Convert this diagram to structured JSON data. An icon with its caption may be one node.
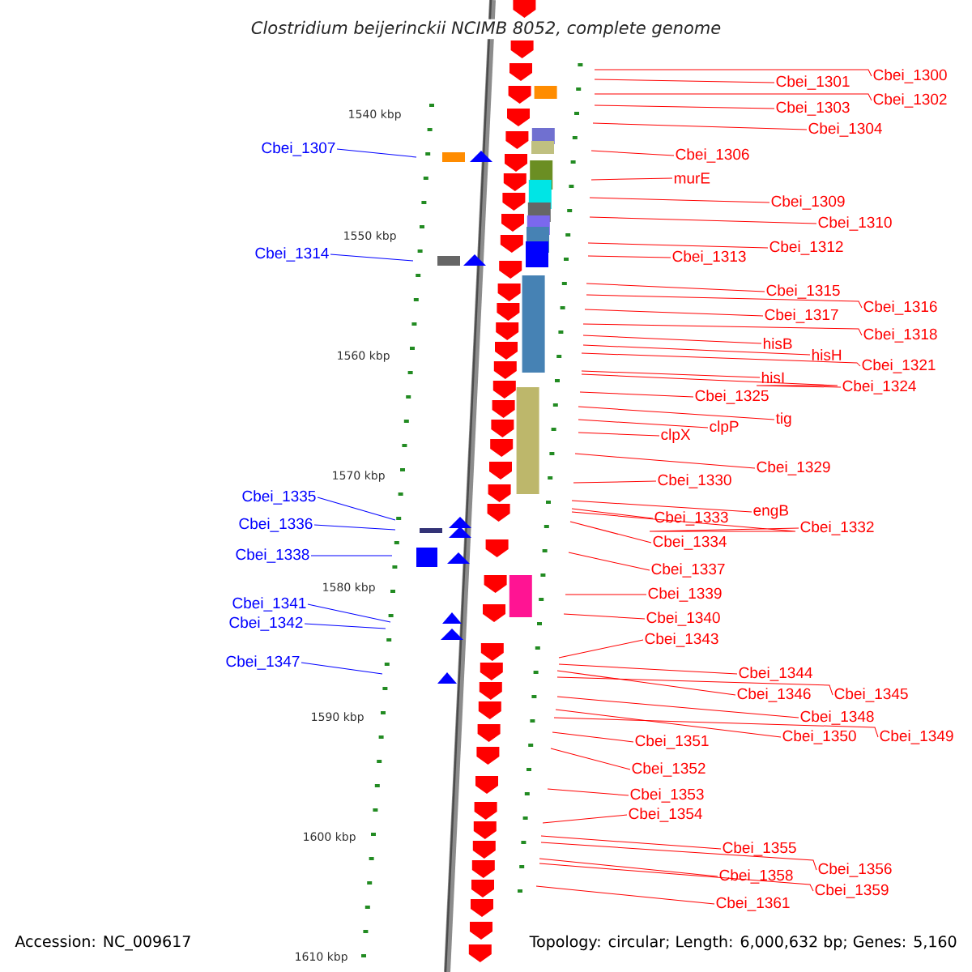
{
  "diagram": {
    "title": "Clostridium beijerinckii NCIMB 8052, complete genome",
    "nodes": [
      {
        "text": [
          "Cbei_1300"
        ]
      },
      {
        "text": [
          "Cbei_1301"
        ]
      },
      {
        "text": [
          "Cbei_1302"
        ]
      },
      {
        "text": [
          "Cbei_1303"
        ]
      },
      {
        "text": [
          "Cbei_1304"
        ]
      },
      {
        "text": [
          "Cbei_1306"
        ]
      },
      {
        "text": [
          "murE"
        ]
      },
      {
        "text": [
          "Cbei_1309"
        ]
      },
      {
        "text": [
          "Cbei_1310"
        ]
      },
      {
        "text": [
          "Cbei_1312"
        ]
      },
      {
        "text": [
          "Cbei_1313"
        ]
      },
      {
        "text": [
          "Cbei_1315"
        ]
      },
      {
        "text": [
          "Cbei_1316"
        ]
      },
      {
        "text": [
          "Cbei_1317"
        ]
      },
      {
        "text": [
          "Cbei_1318"
        ]
      },
      {
        "text": [
          "hisB"
        ]
      },
      {
        "text": [
          "hisH"
        ]
      },
      {
        "text": [
          "Cbei_1321"
        ]
      },
      {
        "text": [
          "hisI"
        ]
      },
      {
        "text": [
          "Cbei_1324"
        ]
      },
      {
        "text": [
          "Cbei_1325"
        ]
      },
      {
        "text": [
          "tig"
        ]
      },
      {
        "text": [
          "clpP"
        ]
      },
      {
        "text": [
          "clpX"
        ]
      },
      {
        "text": [
          "Cbei_1329"
        ]
      },
      {
        "text": [
          "Cbei_1330"
        ]
      },
      {
        "text": [
          "engB"
        ]
      },
      {
        "text": [
          "Cbei_1333"
        ]
      },
      {
        "text": [
          "Cbei_1332"
        ]
      },
      {
        "text": [
          "Cbei_1334"
        ]
      },
      {
        "text": [
          "Cbei_1337"
        ]
      },
      {
        "text": [
          "Cbei_1339"
        ]
      },
      {
        "text": [
          "Cbei_1340"
        ]
      },
      {
        "text": [
          "Cbei_1343"
        ]
      },
      {
        "text": [
          "Cbei_1344"
        ]
      },
      {
        "text": [
          "Cbei_1346"
        ]
      },
      {
        "text": [
          "Cbei_1345"
        ]
      },
      {
        "text": [
          "Cbei_1348"
        ]
      },
      {
        "text": [
          "Cbei_1350"
        ]
      },
      {
        "text": [
          "Cbei_1349"
        ]
      },
      {
        "text": [
          "Cbei_1351"
        ]
      },
      {
        "text": [
          "Cbei_1352"
        ]
      },
      {
        "text": [
          "Cbei_1353"
        ]
      },
      {
        "text": [
          "Cbei_1354"
        ]
      },
      {
        "text": [
          "Cbei_1355"
        ]
      },
      {
        "text": [
          "Cbei_1356"
        ]
      },
      {
        "text": [
          "Cbei_1358"
        ]
      },
      {
        "text": [
          "Cbei_1359"
        ]
      },
      {
        "text": [
          "Cbei_1361"
        ]
      },
      {
        "text": [
          "Cbei_1307"
        ]
      },
      {
        "text": [
          "Cbei_1314"
        ]
      },
      {
        "text": [
          "Cbei_1335"
        ]
      },
      {
        "text": [
          "Cbei_1336"
        ]
      },
      {
        "text": [
          "Cbei_1338"
        ]
      },
      {
        "text": [
          "Cbei_1341"
        ]
      },
      {
        "text": [
          "Cbei_1342"
        ]
      },
      {
        "text": [
          "Cbei_1347"
        ]
      }
    ],
    "edges": [
      {
        "from": 0,
        "to": null,
        "arrow": "none"
      },
      {
        "from": 1,
        "to": null,
        "arrow": "none"
      },
      {
        "from": 2,
        "to": null,
        "arrow": "none"
      },
      {
        "from": 3,
        "to": null,
        "arrow": "none"
      },
      {
        "from": 4,
        "to": null,
        "arrow": "none"
      },
      {
        "from": 5,
        "to": null,
        "arrow": "none"
      },
      {
        "from": 6,
        "to": null,
        "arrow": "none"
      },
      {
        "from": 7,
        "to": null,
        "arrow": "none"
      },
      {
        "from": 8,
        "to": null,
        "arrow": "none"
      },
      {
        "from": 9,
        "to": null,
        "arrow": "none"
      },
      {
        "from": 10,
        "to": null,
        "arrow": "none"
      },
      {
        "from": 11,
        "to": null,
        "arrow": "none"
      },
      {
        "from": 12,
        "to": null,
        "arrow": "none"
      },
      {
        "from": 13,
        "to": null,
        "arrow": "none"
      },
      {
        "from": 14,
        "to": null,
        "arrow": "none"
      },
      {
        "from": 15,
        "to": null,
        "arrow": "none"
      },
      {
        "from": 16,
        "to": null,
        "arrow": "none"
      },
      {
        "from": 17,
        "to": null,
        "arrow": "none"
      },
      {
        "from": 18,
        "to": null,
        "arrow": "none"
      },
      {
        "from": 19,
        "to": null,
        "arrow": "none"
      },
      {
        "from": 20,
        "to": null,
        "arrow": "none"
      },
      {
        "from": 21,
        "to": null,
        "arrow": "none"
      },
      {
        "from": 22,
        "to": null,
        "arrow": "none"
      },
      {
        "from": 23,
        "to": null,
        "arrow": "none"
      },
      {
        "from": 24,
        "to": null,
        "arrow": "none"
      },
      {
        "from": 25,
        "to": null,
        "arrow": "none"
      },
      {
        "from": 26,
        "to": null,
        "arrow": "none"
      },
      {
        "from": 27,
        "to": null,
        "arrow": "none"
      },
      {
        "from": 28,
        "to": null,
        "arrow": "none"
      },
      {
        "from": 29,
        "to": null,
        "arrow": "none"
      },
      {
        "from": 30,
        "to": null,
        "arrow": "none"
      },
      {
        "from": 31,
        "to": null,
        "arrow": "none"
      },
      {
        "from": 32,
        "to": null,
        "arrow": "none"
      },
      {
        "from": 33,
        "to": null,
        "arrow": "none"
      },
      {
        "from": 34,
        "to": null,
        "arrow": "none"
      },
      {
        "from": 35,
        "to": null,
        "arrow": "none"
      },
      {
        "from": 36,
        "to": null,
        "arrow": "none"
      },
      {
        "from": 37,
        "to": null,
        "arrow": "none"
      },
      {
        "from": 38,
        "to": null,
        "arrow": "none"
      },
      {
        "from": 39,
        "to": null,
        "arrow": "none"
      },
      {
        "from": 40,
        "to": null,
        "arrow": "none"
      },
      {
        "from": 41,
        "to": null,
        "arrow": "none"
      },
      {
        "from": 42,
        "to": null,
        "arrow": "none"
      },
      {
        "from": 43,
        "to": null,
        "arrow": "none"
      },
      {
        "from": 44,
        "to": null,
        "arrow": "none"
      },
      {
        "from": 45,
        "to": null,
        "arrow": "none"
      },
      {
        "from": 46,
        "to": null,
        "arrow": "none"
      },
      {
        "from": 47,
        "to": null,
        "arrow": "none"
      },
      {
        "from": 48,
        "to": null,
        "arrow": "none"
      },
      {
        "from": 49,
        "to": null,
        "arrow": "none",
        "color": "#0000ff"
      },
      {
        "from": 50,
        "to": null,
        "arrow": "none",
        "color": "#0000ff"
      },
      {
        "from": 51,
        "to": null,
        "arrow": "none",
        "color": "#0000ff"
      },
      {
        "from": 52,
        "to": null,
        "arrow": "none",
        "color": "#0000ff"
      },
      {
        "from": 53,
        "to": null,
        "arrow": "none",
        "color": "#0000ff"
      },
      {
        "from": 54,
        "to": null,
        "arrow": "none",
        "color": "#0000ff"
      },
      {
        "from": 55,
        "to": null,
        "arrow": "none",
        "color": "#0000ff"
      },
      {
        "from": 56,
        "to": null,
        "arrow": "none",
        "color": "#0000ff"
      }
    ],
    "labels": [
      "1540 kbp",
      "1550 kbp",
      "1560 kbp",
      "1570 kbp",
      "1580 kbp",
      "1590 kbp",
      "1600 kbp",
      "1610 kbp",
      "Accession: NC_009617",
      "Topology: circular; Length: 6,000,632 bp; Genes: 5,160"
    ]
  }
}
